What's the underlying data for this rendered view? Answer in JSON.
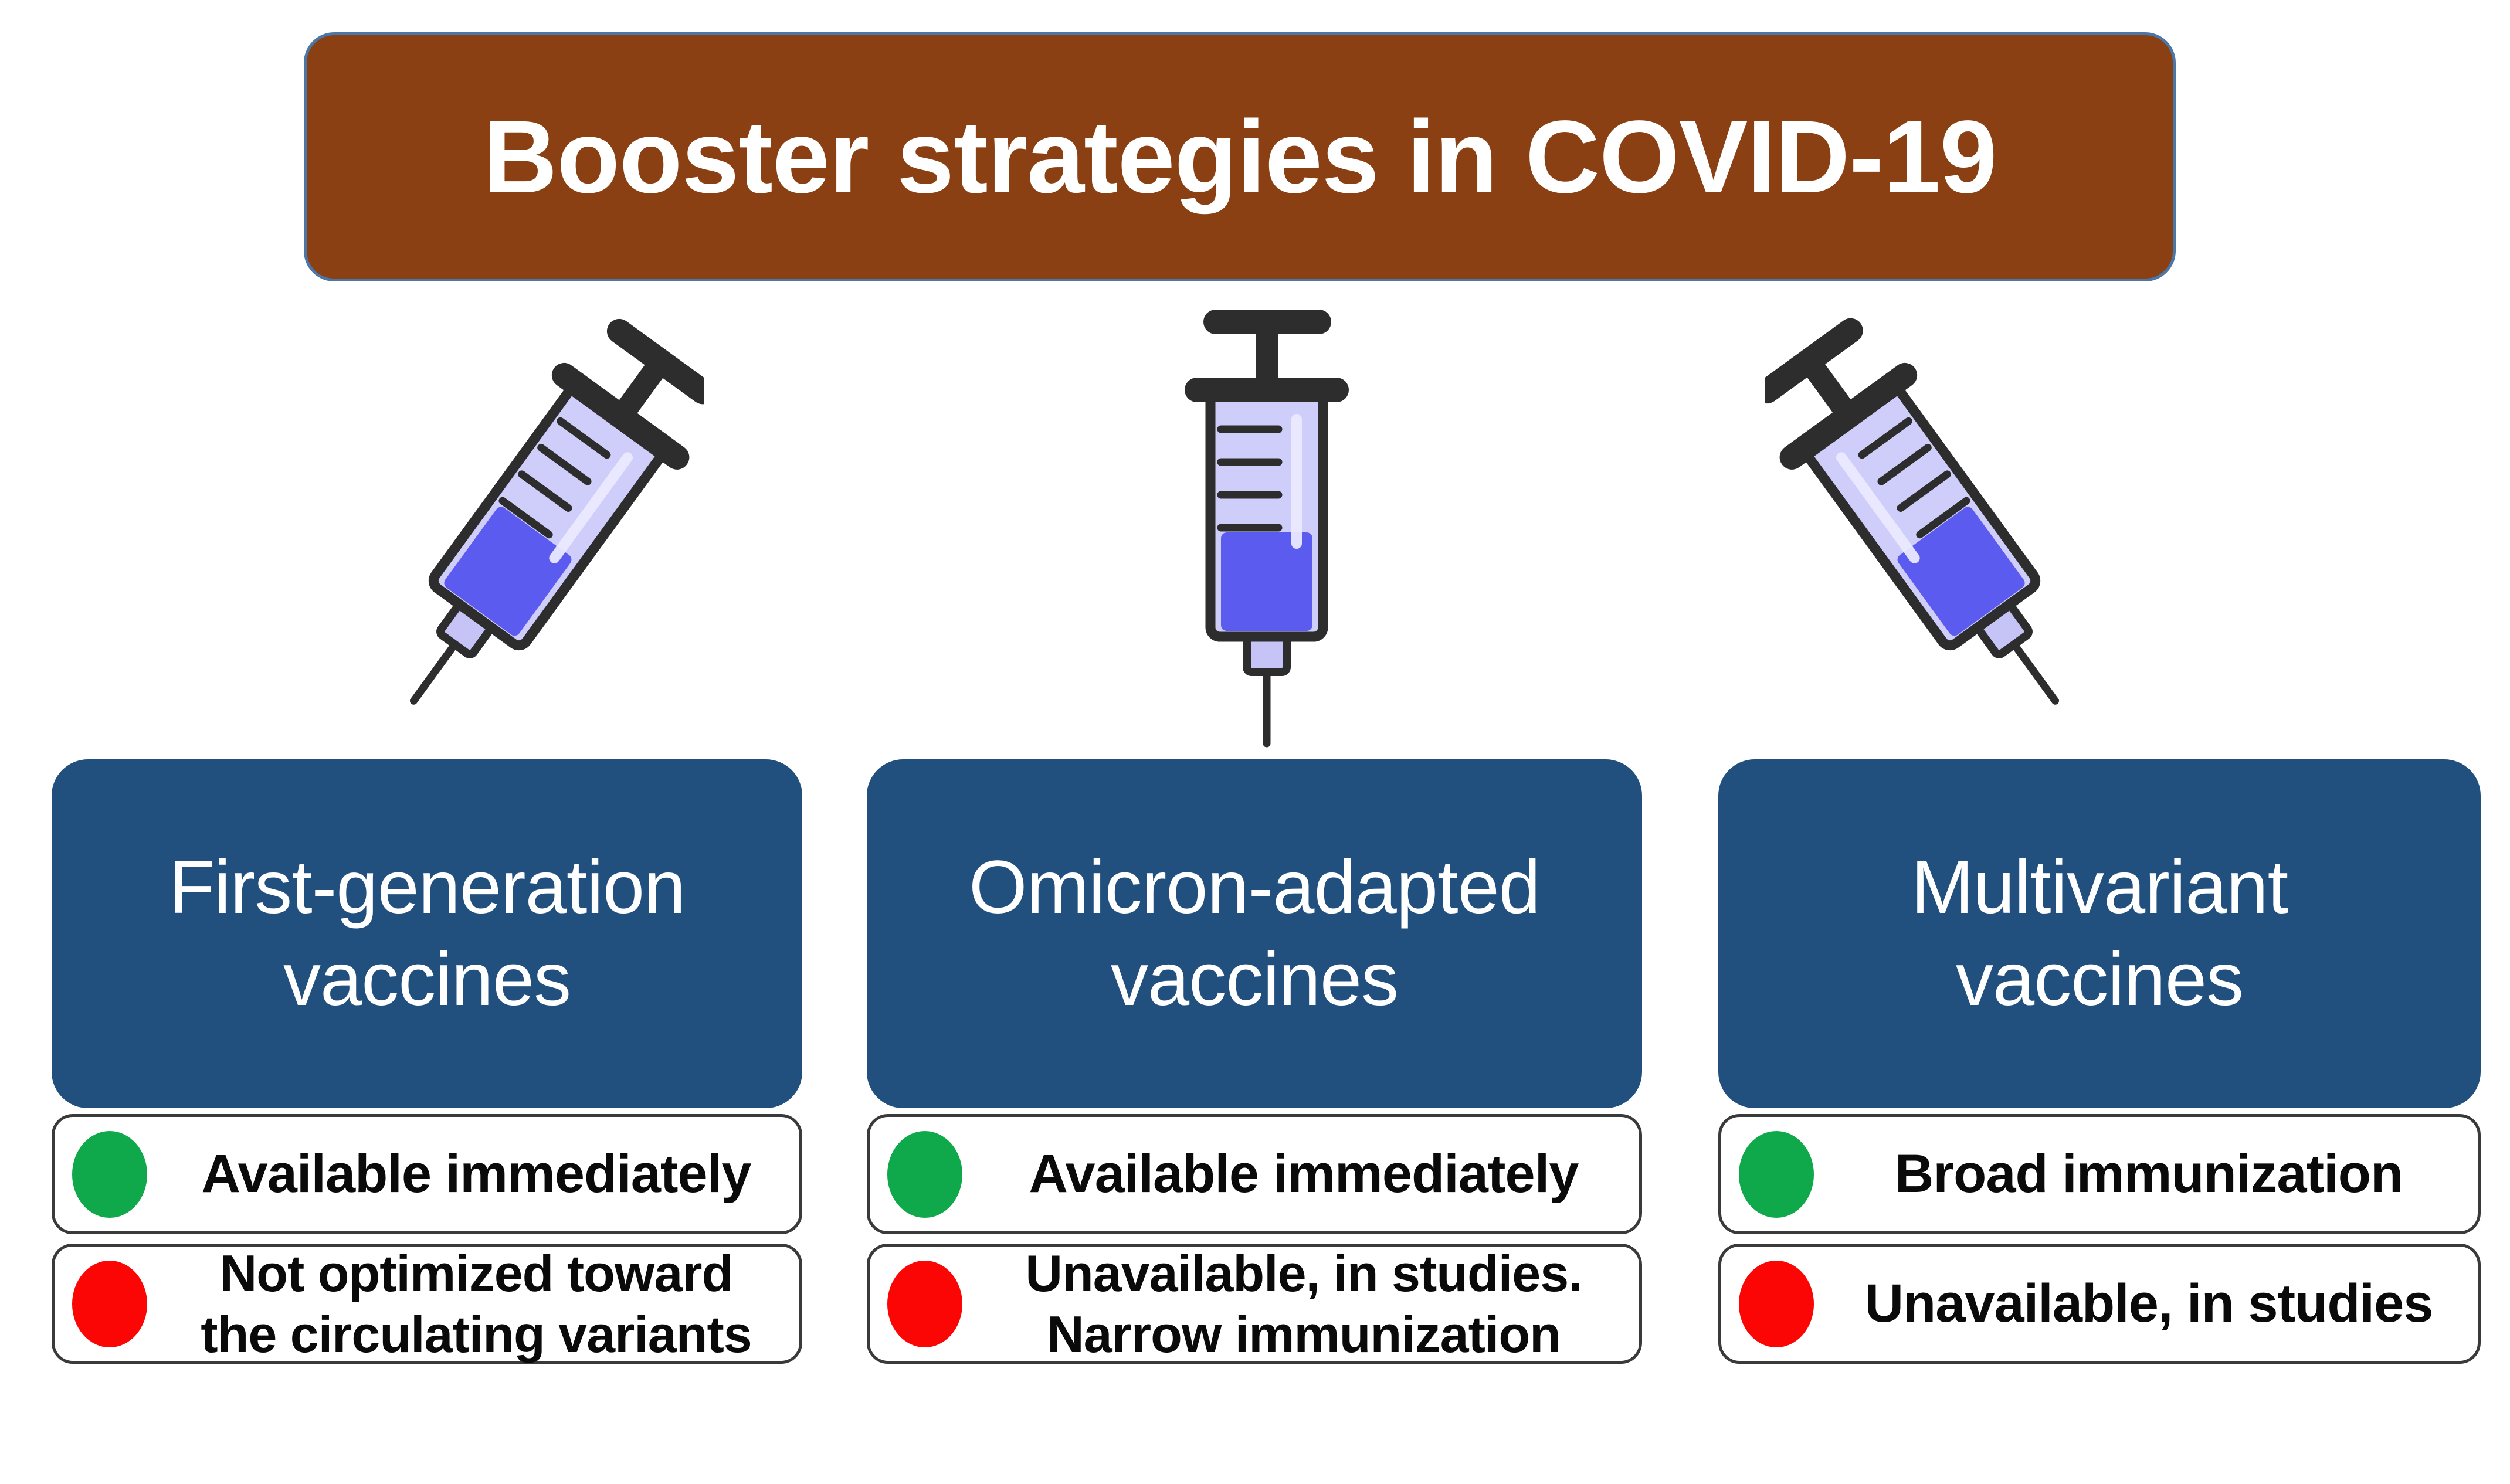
{
  "title": {
    "text": "Booster strategies in COVID-19",
    "background_color": "#8A4012",
    "border_color": "#4A76A8",
    "text_color": "#FFFFFF"
  },
  "colors": {
    "category_box": "#21507F",
    "green_dot": "#0FA94B",
    "red_dot": "#FB0505",
    "bullet_border": "#3A3A3A",
    "syringe_barrel": "#C6C4F7",
    "syringe_liquid": "#5B5BF0",
    "syringe_outline": "#2D2D2D"
  },
  "icons": {
    "syringe": "syringe-icon",
    "green_status": "green-status-dot-icon",
    "red_status": "red-status-dot-icon"
  },
  "columns": [
    {
      "id": "first-generation",
      "syringe_label": "syringe-icon",
      "category": "First-generation vaccines",
      "category_line1": "First-generation",
      "category_line2": "vaccines",
      "bullets": [
        {
          "status": "positive",
          "dot_color": "#0FA94B",
          "text": "Available immediately",
          "lines": [
            "Available immediately"
          ]
        },
        {
          "status": "negative",
          "dot_color": "#FB0505",
          "text": "Not optimized toward the circulating variants",
          "lines": [
            "Not optimized toward",
            "the circulating variants"
          ]
        }
      ]
    },
    {
      "id": "omicron-adapted",
      "syringe_label": "syringe-icon",
      "category": "Omicron-adapted vaccines",
      "category_line1": "Omicron-adapted",
      "category_line2": "vaccines",
      "bullets": [
        {
          "status": "positive",
          "dot_color": "#0FA94B",
          "text": "Available immediately",
          "lines": [
            "Available immediately"
          ]
        },
        {
          "status": "negative",
          "dot_color": "#FB0505",
          "text": "Unavailable, in studies. Narrow immunization",
          "lines": [
            "Unavailable, in studies.",
            "Narrow immunization"
          ]
        }
      ]
    },
    {
      "id": "multivariant",
      "syringe_label": "syringe-icon",
      "category": "Multivariant vaccines",
      "category_line1": "Multivariant",
      "category_line2": "vaccines",
      "bullets": [
        {
          "status": "positive",
          "dot_color": "#0FA94B",
          "text": "Broad immunization",
          "lines": [
            "Broad immunization"
          ]
        },
        {
          "status": "negative",
          "dot_color": "#FB0505",
          "text": "Unavailable, in studies",
          "lines": [
            "Unavailable, in studies"
          ]
        }
      ]
    }
  ]
}
